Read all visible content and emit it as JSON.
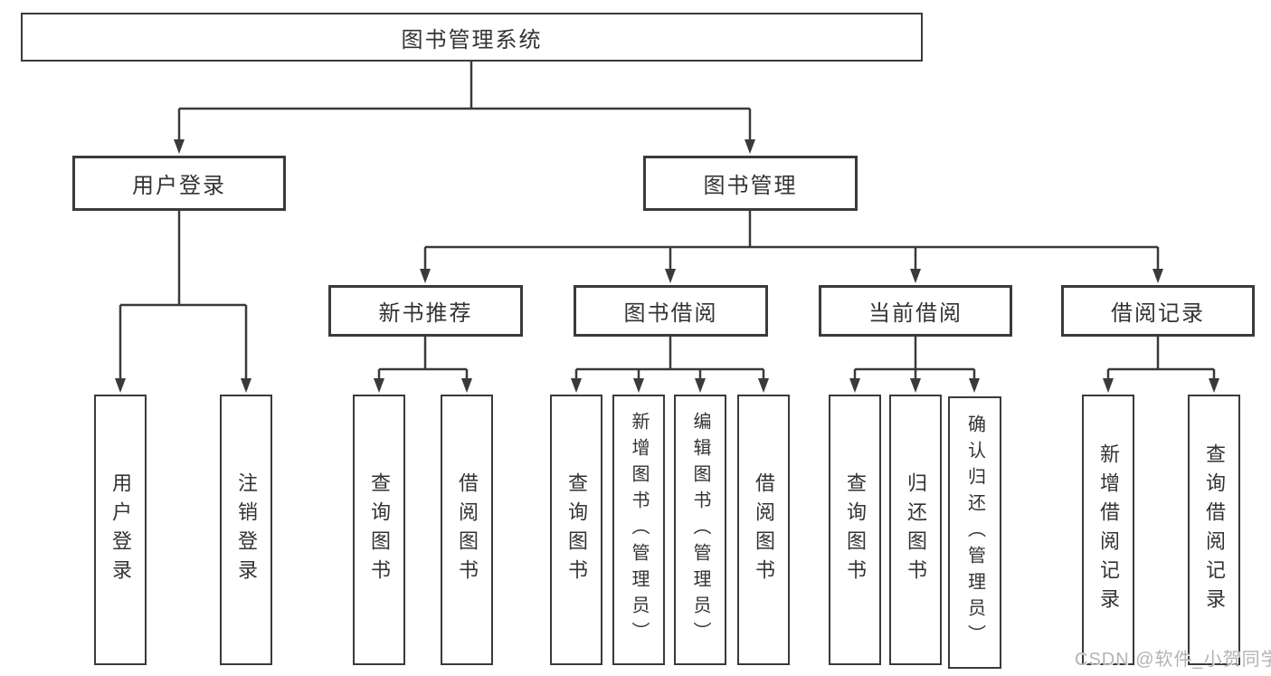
{
  "colors": {
    "line": "#3a3a3a",
    "text": "#333333",
    "background": "#ffffff",
    "watermark": "#b3b3b8"
  },
  "tree": {
    "root": "图书管理系统",
    "user_login": {
      "label": "用户登录",
      "leaves": [
        "用户登录",
        "注销登录"
      ]
    },
    "book_management": {
      "label": "图书管理",
      "children": [
        {
          "label": "新书推荐",
          "leaves": [
            "查询图书",
            "借阅图书"
          ]
        },
        {
          "label": "图书借阅",
          "leaves": [
            "查询图书",
            "新增图书（管理员）",
            "编辑图书（管理员）",
            "借阅图书"
          ]
        },
        {
          "label": "当前借阅",
          "leaves": [
            "查询图书",
            "归还图书",
            "确认归还（管理员）"
          ]
        },
        {
          "label": "借阅记录",
          "leaves": [
            "新增借阅记录",
            "查询借阅记录"
          ]
        }
      ]
    }
  },
  "watermark": {
    "text": "CSDN @软件_小贺同学"
  }
}
